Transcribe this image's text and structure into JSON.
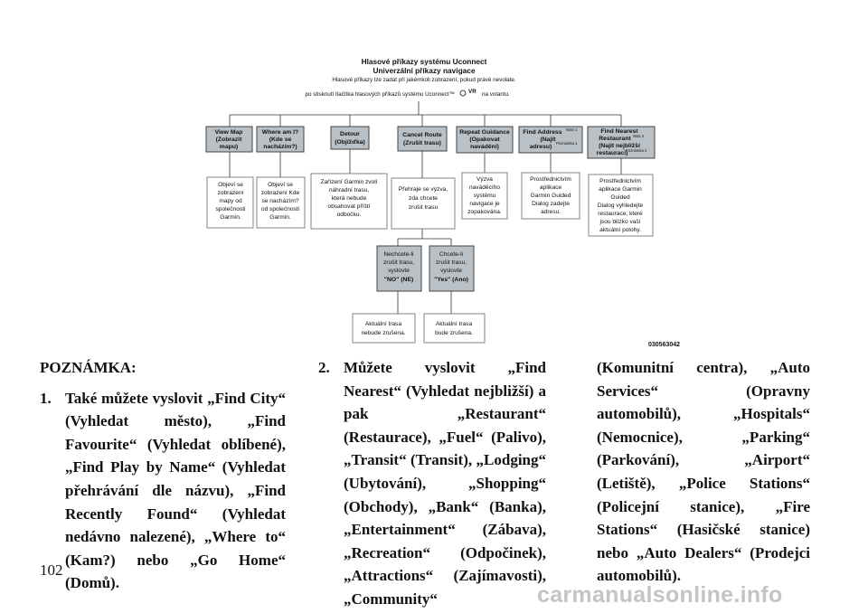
{
  "diagram": {
    "title_line1": "Hlasové příkazy systému Uconnect",
    "title_line2": "Univerzální příkazy navigace",
    "subtitle": "Hlasové příkazy lze zadat při jakémkoli zobrazení, pokud právě nevolate.",
    "instruction_before": "po stisknutí tlačítka hlasových příkazů systému Uconnect™",
    "instruction_after": "na volantu.",
    "vr_label": "VR",
    "commands": [
      {
        "lines": [
          "View Map",
          "(Zobrazit",
          "mapu)"
        ]
      },
      {
        "lines": [
          "Where am I?",
          "(Kde se",
          "nacházím?)"
        ]
      },
      {
        "lines": [
          "Detour",
          "(Objížďka)"
        ]
      },
      {
        "lines": [
          "Cancel Route",
          "(Zrušit trasu)"
        ]
      },
      {
        "lines": [
          "Repeat Guidance",
          "(Opakovat",
          "navádění)"
        ]
      },
      {
        "lines": [
          "Find Address",
          "(Najít",
          "adresu)"
        ],
        "note": "Note 1",
        "note2": "Poznámka 1"
      },
      {
        "lines": [
          "Find Nearest",
          "Restaurant",
          "(Najít nejbližší",
          "restauraci)"
        ],
        "note": "Note 2",
        "note2": "Poznámka 2"
      }
    ],
    "results": [
      {
        "lines": [
          "Objeví se",
          "zobrazení",
          "mapy od",
          "společnosti",
          "Garmin."
        ]
      },
      {
        "lines": [
          "Objeví se",
          "zobrazení Kde",
          "se nacházím?",
          "od společnosti",
          "Garmin."
        ]
      },
      {
        "lines": [
          "Zařízení Garmin zvolí",
          "náhradní trasu,",
          "která nebude",
          "obsahovat příští",
          "odbočku."
        ]
      },
      {
        "lines": [
          "Přehraje se výzva,",
          "zda chcete",
          "zrušit trasu"
        ]
      },
      {
        "lines": [
          "Výzva",
          "naváděcího",
          "systému",
          "navigace je",
          "zopakována."
        ]
      },
      {
        "lines": [
          "Prostřednictvím",
          "aplikace",
          "Garmin Guided",
          "Dialog zadejte",
          "adresu."
        ]
      },
      {
        "lines": [
          "Prostřednictvím",
          "aplikace Garmin",
          "Guided",
          "Dialog vyhledejte",
          "restaurace, které",
          "jsou blízko vaší",
          "aktuální polohy."
        ]
      }
    ],
    "branches": [
      {
        "lines": [
          "Nechcete-li",
          "zrušit trasu,",
          "vyslovte",
          "\"NO\" (NE)"
        ]
      },
      {
        "lines": [
          "Chcete-li",
          "zrušit trasu,",
          "vyslovte",
          "\"Yes\" (Ano)"
        ]
      }
    ],
    "outcomes": [
      {
        "lines": [
          "Aktuální trasa",
          "nebude zrušena."
        ]
      },
      {
        "lines": [
          "Aktuální trasa",
          "bude zrušena."
        ]
      }
    ],
    "figure_id": "030563042"
  },
  "text": {
    "note_title": "POZNÁMKA:",
    "item1_number": "1.",
    "item1_text": "Také můžete vyslovit „Find City“ (Vyhledat město), „Find Favourite“ (Vyhledat oblíbené), „Find Play by Name“ (Vyhledat přehrávání dle názvu), „Find Recently Found“ (Vyhledat nedávno nalezené), „Where to“ (Kam?) nebo „Go Home“ (Domů).",
    "item2_number": "2.",
    "item2_text": "Můžete vyslovit „Find Nearest“ (Vyhledat nejbližší) a pak „Restaurant“ (Restaurace), „Fuel“ (Palivo), „Transit“ (Transit), „Lodging“ (Ubytování), „Shopping“ (Obchody), „Bank“ (Banka), „Entertainment“ (Zábava), „Recreation“ (Odpočinek), „Attractions“ (Zajímavosti), „Community“",
    "item2_continued": "(Komunitní centra), „Auto Services“ (Opravny automobilů), „Hospitals“ (Nemocnice), „Parking“ (Parkování), „Airport“ (Letiště), „Police Stations“ (Policejní stanice), „Fire Stations“ (Hasičské stanice) nebo „Auto Dealers“ (Prodejci automobilů)."
  },
  "page_number": "102",
  "watermark": "carmanualsonline.info"
}
